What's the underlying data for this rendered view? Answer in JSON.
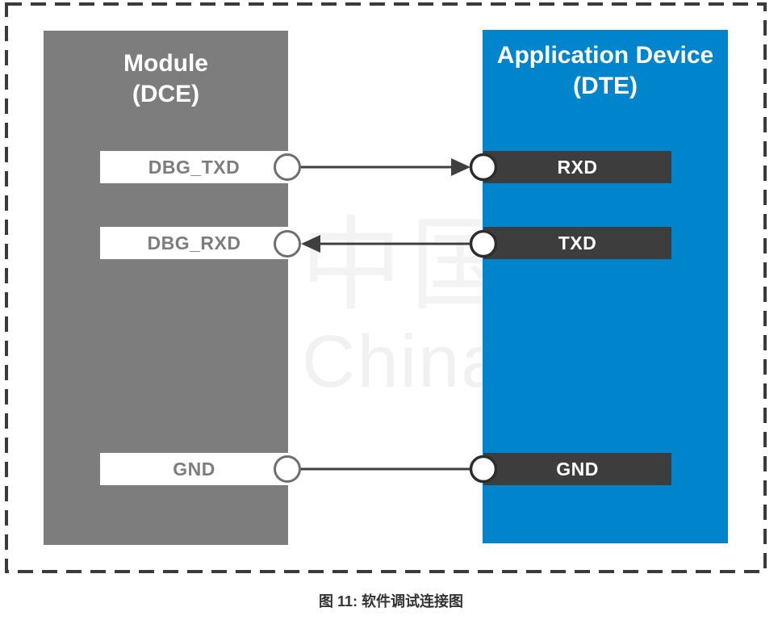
{
  "figure_caption": "图 11: 软件调试连接图",
  "watermark": {
    "line1": "中国",
    "line2": "China"
  },
  "module_block": {
    "title_line1": "Module",
    "title_line2": "(DCE)",
    "color": "#7d7d7d",
    "pins": [
      {
        "label": "DBG_TXD"
      },
      {
        "label": "DBG_RXD"
      },
      {
        "label": "GND"
      }
    ]
  },
  "device_block": {
    "title_line1": "Application Device",
    "title_line2": "(DTE)",
    "color": "#0084cb",
    "pin_box_color": "#3d3d3d",
    "pins": [
      {
        "label": "RXD"
      },
      {
        "label": "TXD"
      },
      {
        "label": "GND"
      }
    ]
  },
  "connections": [
    {
      "from": "DBG_TXD",
      "to": "RXD",
      "direction": "module-to-device"
    },
    {
      "from": "TXD",
      "to": "DBG_RXD",
      "direction": "device-to-module"
    },
    {
      "from": "GND",
      "to": "GND",
      "direction": "none"
    }
  ]
}
